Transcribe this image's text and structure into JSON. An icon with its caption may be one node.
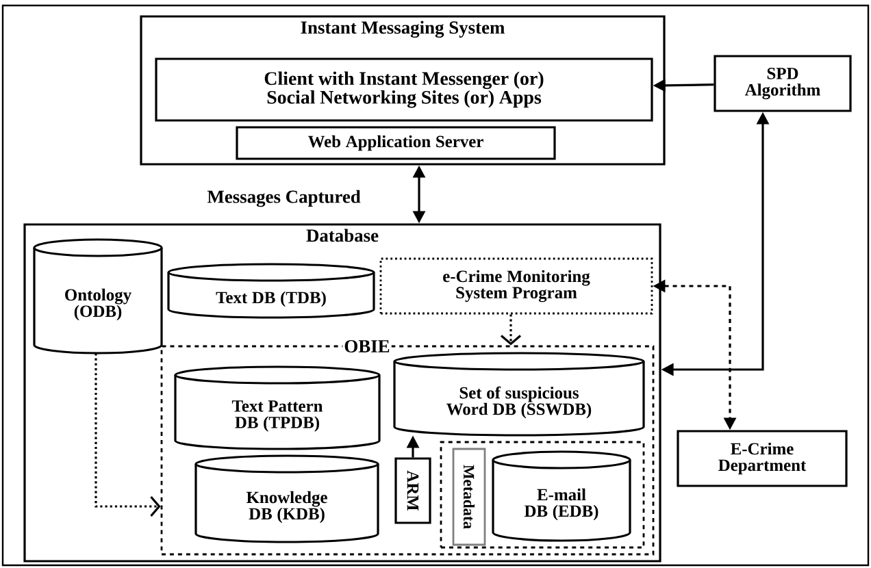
{
  "diagram": {
    "nodes": [
      {
        "text": [
          "Instant Messaging System"
        ]
      },
      {
        "text": [
          "Client with Instant Messenger (or) Social Networking Sites (or) Apps"
        ],
        "in": 0
      },
      {
        "text": [
          "Web Application Server"
        ],
        "in": 0
      },
      {
        "text": [
          "SPD Algorithm"
        ]
      },
      {
        "text": [
          "Database"
        ]
      },
      {
        "text": [
          "Ontology (ODB)"
        ],
        "in": 4
      },
      {
        "text": [
          "Text DB (TDB)"
        ],
        "in": 4
      },
      {
        "text": [
          "e-Crime Monitoring System Program"
        ],
        "in": 4
      },
      {
        "text": [
          "OBIE"
        ],
        "in": 4
      },
      {
        "text": [
          "Set of suspicious Word DB (SSWDB)"
        ],
        "in": 8
      },
      {
        "text": [
          "Text Pattern DB (TPDB)"
        ],
        "in": 8
      },
      {
        "text": [
          "Knowledge DB (KDB)"
        ],
        "in": 8
      },
      {
        "text": [
          "ARM"
        ],
        "in": 8
      },
      {
        "text": [],
        "shape": "box",
        "in": 8
      },
      {
        "text": [
          "Metadata"
        ],
        "in": 13
      },
      {
        "text": [
          "E-mail DB (EDB)"
        ],
        "in": 13
      },
      {
        "text": [
          "E-Crime Department"
        ]
      }
    ],
    "edges": [
      {
        "from": 3,
        "to": 1,
        "arrow": "to"
      },
      {
        "from": 0,
        "to": 4,
        "arrow": "both",
        "label": "Messages Captured"
      },
      {
        "from": 3,
        "to": 4,
        "arrow": "both"
      },
      {
        "from": 7,
        "to": 16,
        "arrow": "both",
        "style": "dashed"
      },
      {
        "from": 7,
        "to": 8,
        "arrow": "to",
        "style": "dashed"
      },
      {
        "from": 5,
        "to": 8,
        "arrow": "to",
        "style": "dashed"
      },
      {
        "from": 12,
        "to": 9,
        "arrow": "to"
      }
    ]
  }
}
